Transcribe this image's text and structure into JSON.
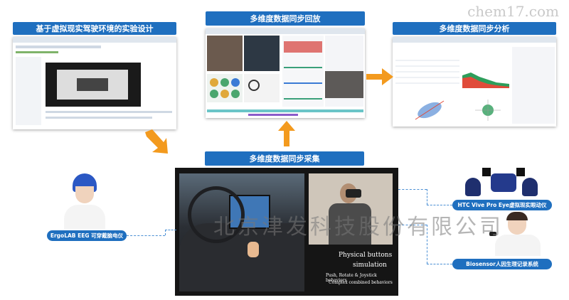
{
  "site_mark": "chem17.com",
  "panels": {
    "design": {
      "title": "基于虚拟现实驾驶环境的实验设计"
    },
    "playback": {
      "title": "多维度数据同步回放"
    },
    "analysis": {
      "title": "多维度数据同步分析"
    },
    "collection": {
      "title": "多维度数据同步采集"
    }
  },
  "devices": {
    "eeg": {
      "label": "ErgoLAB EEG 可穿戴脑电仪"
    },
    "vr": {
      "label": "HTC Vive Pro Eye虚拟现实眼动仪"
    },
    "biosensor": {
      "label": "Biosensor人因生理记录系统"
    }
  },
  "simulation_caption": {
    "line1": "Physical buttons",
    "line2": "simulation",
    "line3": "Push, Rotate & Joystick behaviors",
    "line4": "Complex combined behaviors"
  },
  "watermark": "北京津发科技股份有限公司",
  "colors": {
    "accent": "#1f6fbf",
    "arrow": "#f39a1e",
    "dash": "#4a8fd4"
  }
}
